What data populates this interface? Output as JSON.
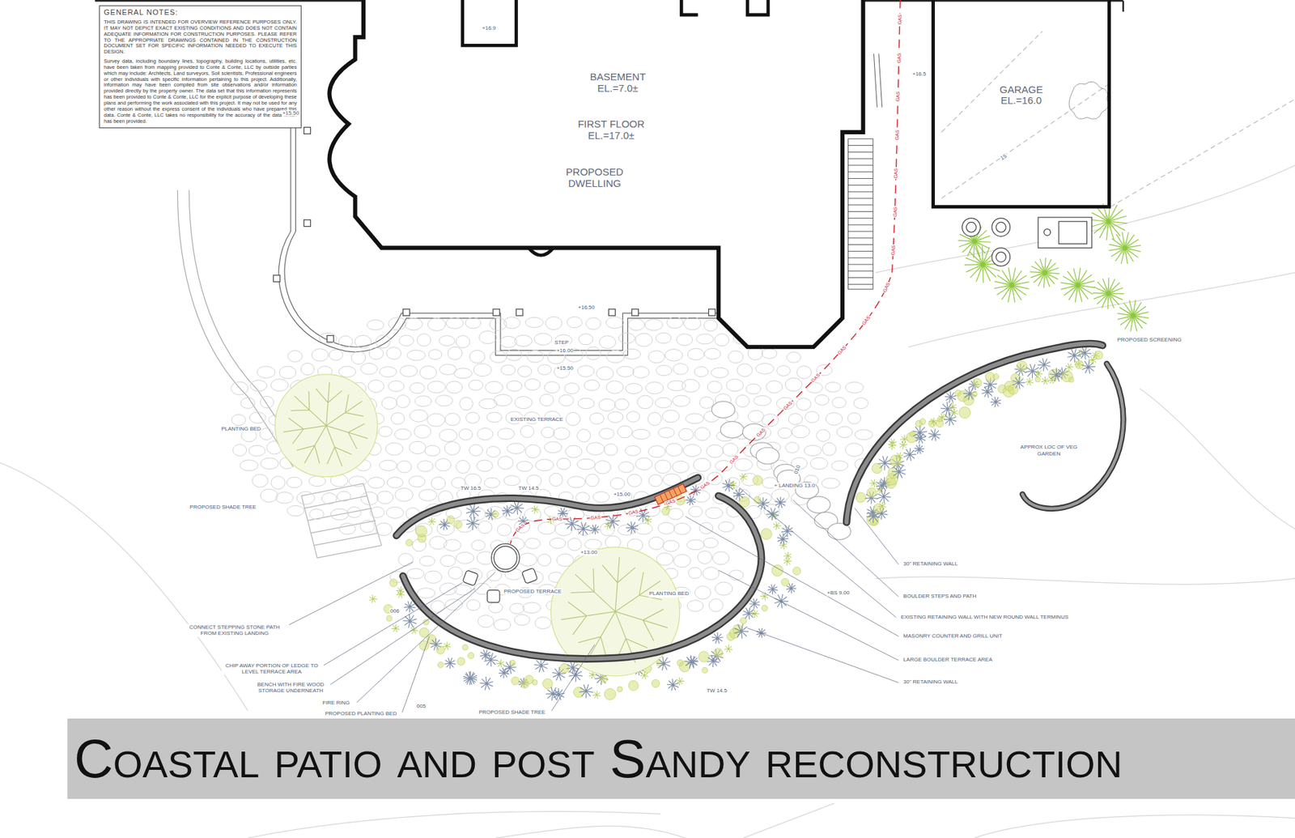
{
  "diagram": {
    "title": "Coastal patio and post Sandy reconstruction",
    "nodes": [
      {
        "text": [
          "GENERAL NOTES:",
          "THIS DRAWING IS INTENDED FOR OVERVIEW REFERENCE PURPOSES ONLY. IT MAY NOT DEPICT EXACT EXISTING CONDITIONS AND DOES NOT CONTAIN ADEQUATE INFORMATION FOR CONSTRUCTION PURPOSES. PLEASE REFER TO THE APPROPRIATE DRAWINGS CONTAINED IN THE CONSTRUCTION DOCUMENT SET FOR SPECIFIC INFORMATION NEEDED TO EXECUTE THIS DESIGN.",
          "Survey data, including boundary lines, topography, building locations, utilities, etc. have been taken from mapping provided to Conte & Conte, LLC by outside parties which may include: Architects, Land surveyors, Soil scientists, Professional engineers or other individuals with specific information pertaining to this project. Additionally, information may have been compiled from site observations and/or information provided directly by the property owner. The data set that this information represents has been provided to Conte & Conte, LLC for the explicit purpose of developing these plans and performing the work associated with this project. It may not be used for any other reason without the express consent of the individuals who have prepared this data. Conte & Conte, LLC takes no responsibility for the accuracy of the data which has been provided."
        ]
      },
      {
        "text": [
          "BASEMENT EL.=7.0±",
          "FIRST FLOOR EL.=17.0±",
          "PROPOSED DWELLING"
        ]
      },
      {
        "text": [
          "GARAGE EL.=16.0"
        ]
      }
    ],
    "labels": [
      "+16.9",
      "+16.5",
      "+15.50",
      "+16.50",
      "STEP",
      "+16.00",
      "+15.50",
      "15",
      "PROPOSED SCREENING",
      "EXISTING TERRACE",
      "APPROX LOC OF VEG GARDEN",
      "PLANTING BED",
      "PROPOSED SHADE TREE",
      "TW 16.5",
      "TW 14.5",
      "+15.00",
      "010",
      "+ LANDING 13.0",
      "+13.00",
      "PROPOSED TERRACE",
      "PLANTING BED",
      "+BS 9.00",
      "006",
      "TW 14.5",
      "30\" RETAINING WALL",
      "BOULDER STEPS AND PATH",
      "EXISTING RETAINING WALL WITH NEW ROUND WALL TERMINUS",
      "MASONRY COUNTER AND GRILL UNIT",
      "LARGE BOULDER TERRACE AREA",
      "30\" RETAINING WALL",
      "CONNECT STEPPING STONE PATH FROM EXISTING LANDING",
      "CHIP AWAY PORTION OF LEDGE TO LEVEL TERRACE AREA",
      "BENCH WITH FIRE WOOD STORAGE UNDERNEATH",
      "FIRE RING",
      "PROPOSED PLANTING BED",
      "005",
      "PROPOSED SHADE TREE",
      "GAS",
      "GAS",
      "GAS",
      "GAS",
      "GAS",
      "GAS",
      "GAS",
      "GAS",
      "GAS",
      "GAS",
      "GAS",
      "GAS",
      "GAS",
      "GAS",
      "GAS",
      "GAS",
      "GAS",
      "GAS",
      "GAS",
      "GAS"
    ]
  }
}
